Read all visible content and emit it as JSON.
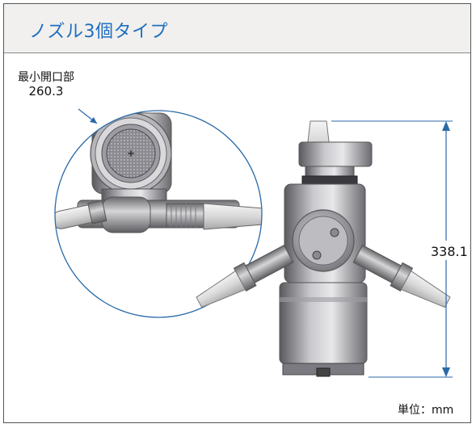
{
  "header": {
    "title": "ノズル3個タイプ"
  },
  "callout": {
    "label_line1": "最小開口部",
    "label_line2": "260.3"
  },
  "dimension": {
    "height_label": "338.1"
  },
  "footer": {
    "unit_label": "単位：mm"
  },
  "colors": {
    "title_text": "#1f6fc0",
    "title_bar_bg": "#f1f0ee",
    "circle_stroke": "#2a6aa8",
    "dimension_line": "#2a6aa8"
  }
}
